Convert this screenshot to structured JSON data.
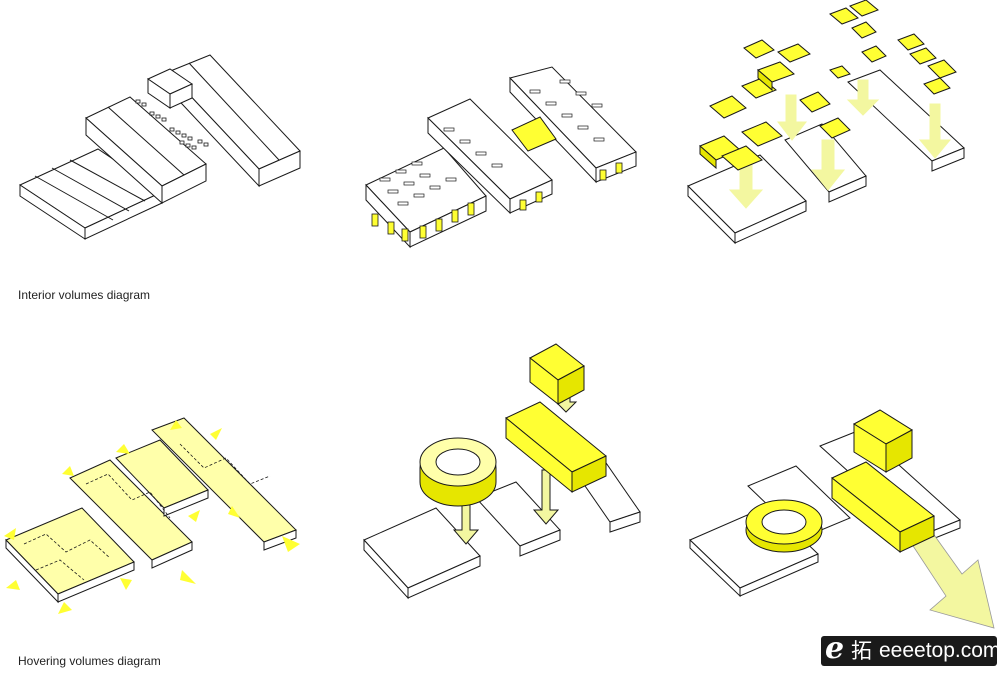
{
  "captions": {
    "interior": "Interior volumes diagram",
    "hovering": "Hovering volumes diagram"
  },
  "watermark": {
    "glyph_e": "e",
    "glyph_tuo": "拓",
    "text": "eeeetop.com"
  },
  "colors": {
    "line": "#1a1a1a",
    "volume_yellow": "#ffff33",
    "volume_yellow_dark": "#e6e600",
    "pale_yellow": "#ffffaa",
    "arrow_yellow": "#f3f7a0",
    "background": "#ffffff"
  }
}
